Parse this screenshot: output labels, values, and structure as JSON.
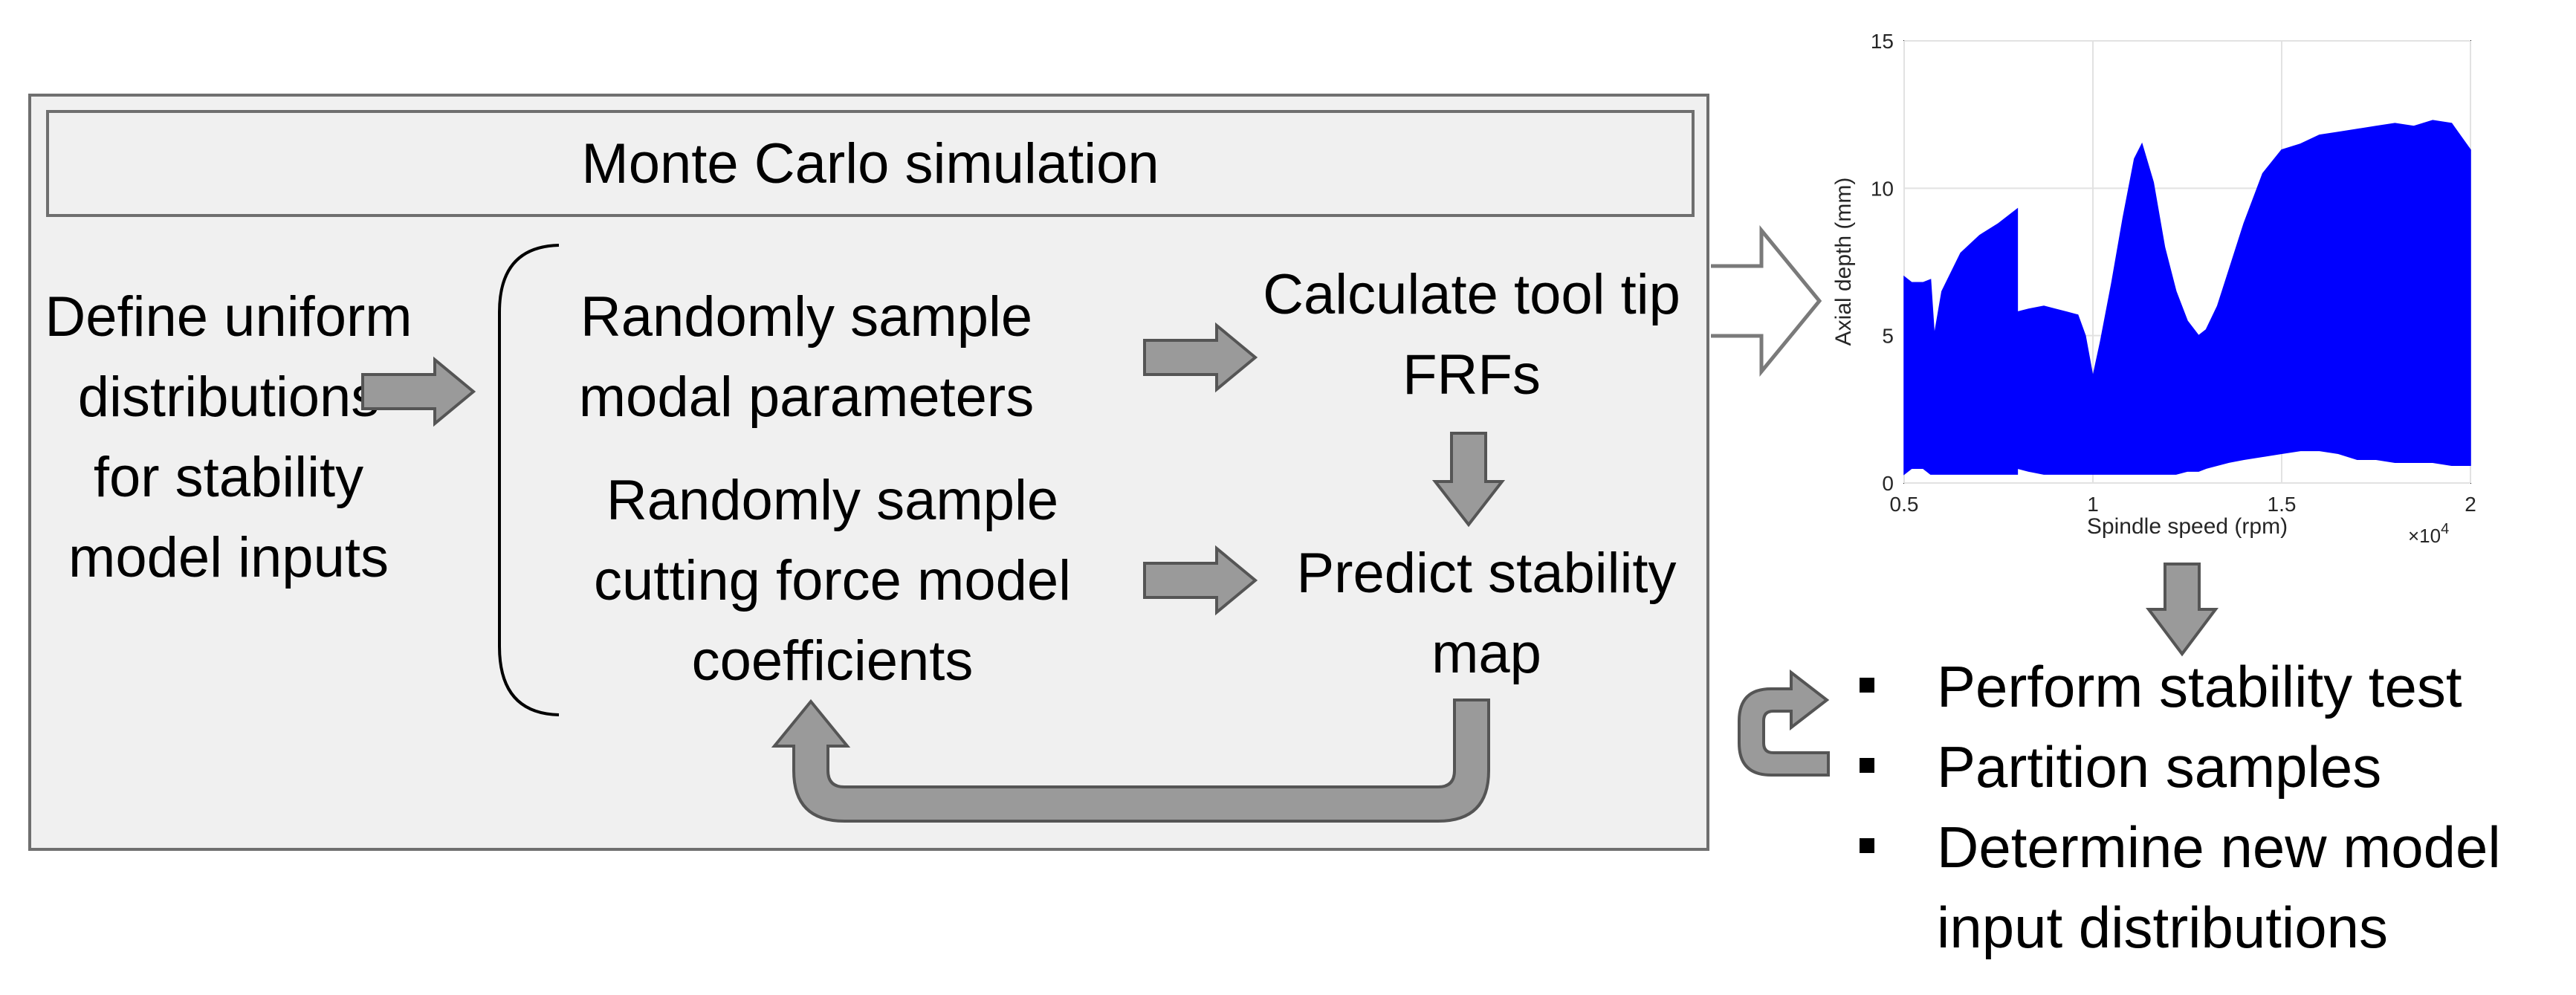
{
  "diagram": {
    "title": "Monte Carlo simulation",
    "define_step": "Define uniform distributions for stability model inputs",
    "sample_modal": "Randomly sample modal parameters",
    "calculate_frf": "Calculate tool tip FRFs",
    "sample_force": "Randomly sample cutting force model coefficients",
    "predict_map": "Predict stability map",
    "bullets": [
      "Perform stability test",
      "Partition samples",
      "Determine new model input distributions"
    ]
  },
  "chart_data": {
    "type": "area",
    "title": "",
    "xlabel": "Spindle speed (rpm)",
    "ylabel": "Axial depth (mm)",
    "x_multiplier_label": "×10",
    "x_multiplier_exp": "4",
    "xlim": [
      0.5,
      2
    ],
    "ylim": [
      0,
      15
    ],
    "xticks": [
      "0.5",
      "1",
      "1.5",
      "2"
    ],
    "yticks": [
      "0",
      "5",
      "10",
      "15"
    ],
    "grid": true,
    "series_color": "#0000ff",
    "envelope": {
      "x": [
        0.5,
        0.52,
        0.55,
        0.57,
        0.58,
        0.6,
        0.65,
        0.7,
        0.75,
        0.8,
        0.8,
        0.83,
        0.87,
        0.9,
        0.93,
        0.96,
        0.98,
        1.0,
        1.02,
        1.05,
        1.08,
        1.11,
        1.13,
        1.16,
        1.19,
        1.22,
        1.25,
        1.28,
        1.3,
        1.33,
        1.36,
        1.4,
        1.45,
        1.5,
        1.55,
        1.6,
        1.65,
        1.7,
        1.75,
        1.8,
        1.85,
        1.9,
        1.95,
        2.0
      ],
      "upper": [
        7.0,
        6.8,
        6.8,
        6.9,
        5.0,
        6.5,
        7.8,
        8.4,
        8.8,
        9.3,
        5.8,
        5.9,
        6.0,
        5.9,
        5.8,
        5.7,
        5.0,
        3.6,
        4.8,
        6.8,
        9.0,
        11.0,
        11.5,
        10.2,
        8.0,
        6.5,
        5.5,
        5.0,
        5.2,
        6.0,
        7.2,
        8.8,
        10.5,
        11.3,
        11.5,
        11.8,
        11.9,
        12.0,
        12.1,
        12.2,
        12.1,
        12.3,
        12.2,
        11.3
      ],
      "lower": [
        0.3,
        0.5,
        0.5,
        0.3,
        0.3,
        0.3,
        0.3,
        0.3,
        0.3,
        0.3,
        0.5,
        0.4,
        0.3,
        0.3,
        0.3,
        0.3,
        0.3,
        0.3,
        0.3,
        0.3,
        0.3,
        0.3,
        0.3,
        0.3,
        0.3,
        0.3,
        0.4,
        0.4,
        0.5,
        0.6,
        0.7,
        0.8,
        0.9,
        1.0,
        1.1,
        1.1,
        1.0,
        0.8,
        0.8,
        0.7,
        0.7,
        0.7,
        0.6,
        0.6
      ]
    }
  }
}
